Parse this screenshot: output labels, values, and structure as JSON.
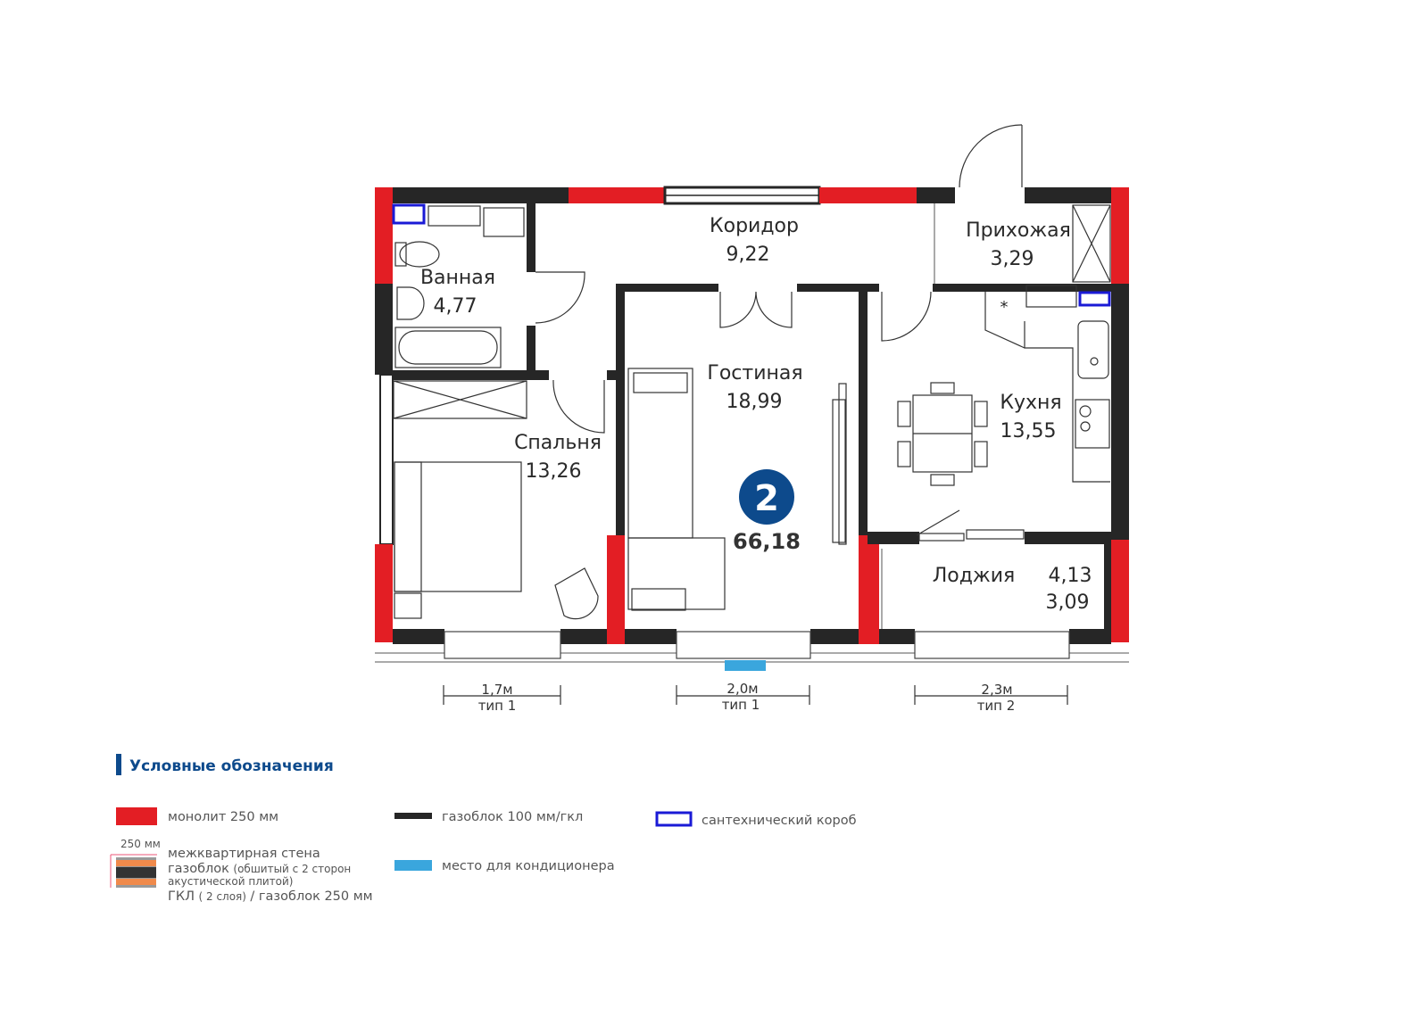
{
  "apartment": {
    "rooms_count": "2",
    "total_area": "66,18"
  },
  "rooms": {
    "corridor": {
      "name": "Коридор",
      "area": "9,22"
    },
    "hallway": {
      "name": "Прихожая",
      "area": "3,29"
    },
    "bathroom": {
      "name": "Ванная",
      "area": "4,77"
    },
    "living": {
      "name": "Гостиная",
      "area": "18,99"
    },
    "kitchen": {
      "name": "Кухня",
      "area": "13,55"
    },
    "bedroom": {
      "name": "Спальня",
      "area": "13,26"
    },
    "loggia": {
      "name": "Лоджия",
      "area": "4,13",
      "area_reduced": "3,09"
    }
  },
  "windows": [
    {
      "width": "1,7м",
      "type": "тип 1"
    },
    {
      "width": "2,0м",
      "type": "тип 1"
    },
    {
      "width": "2,3м",
      "type": "тип 2"
    }
  ],
  "legend": {
    "title": "Условные обозначения",
    "monolith": "монолит 250 мм",
    "gasblock": "газоблок 100 мм/гкл",
    "shaft": "сантехнический короб",
    "ac": "место для кондиционера",
    "party_wall_dim": "250 мм",
    "party_wall_1": "межквартирная стена",
    "party_wall_2a": "газоблок",
    "party_wall_2b": "(обшитый с 2 сторон",
    "party_wall_3": "акустической плитой)",
    "party_wall_4a": "ГКЛ",
    "party_wall_4b": "( 2 слоя)",
    "party_wall_4c": "/ газоблок 250 мм"
  },
  "colors": {
    "monolith": "#e31e24",
    "gasblock": "#262626",
    "shaft": "#1a1ad6",
    "ac": "#3aa6dd",
    "accent": "#0d4a8c"
  }
}
